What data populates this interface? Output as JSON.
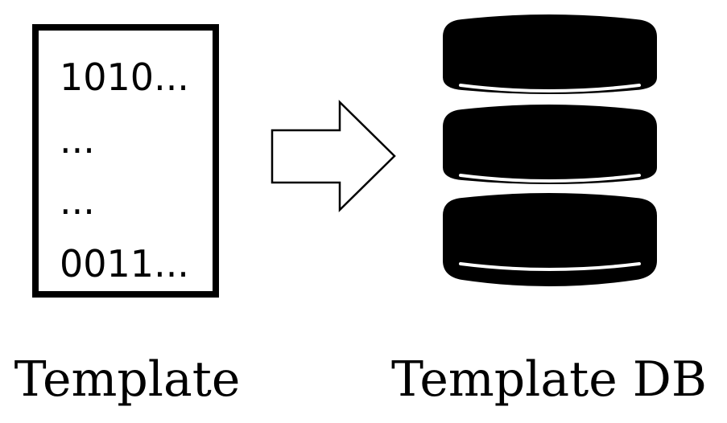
{
  "template": {
    "lines": [
      "1010...",
      "...",
      "...",
      "0011..."
    ],
    "caption": "Template"
  },
  "database": {
    "caption": "Template DB"
  },
  "colors": {
    "ink": "#000000",
    "paper": "#ffffff"
  },
  "icons": {
    "document": "document-icon",
    "arrow": "right-arrow-icon",
    "database": "database-icon"
  }
}
